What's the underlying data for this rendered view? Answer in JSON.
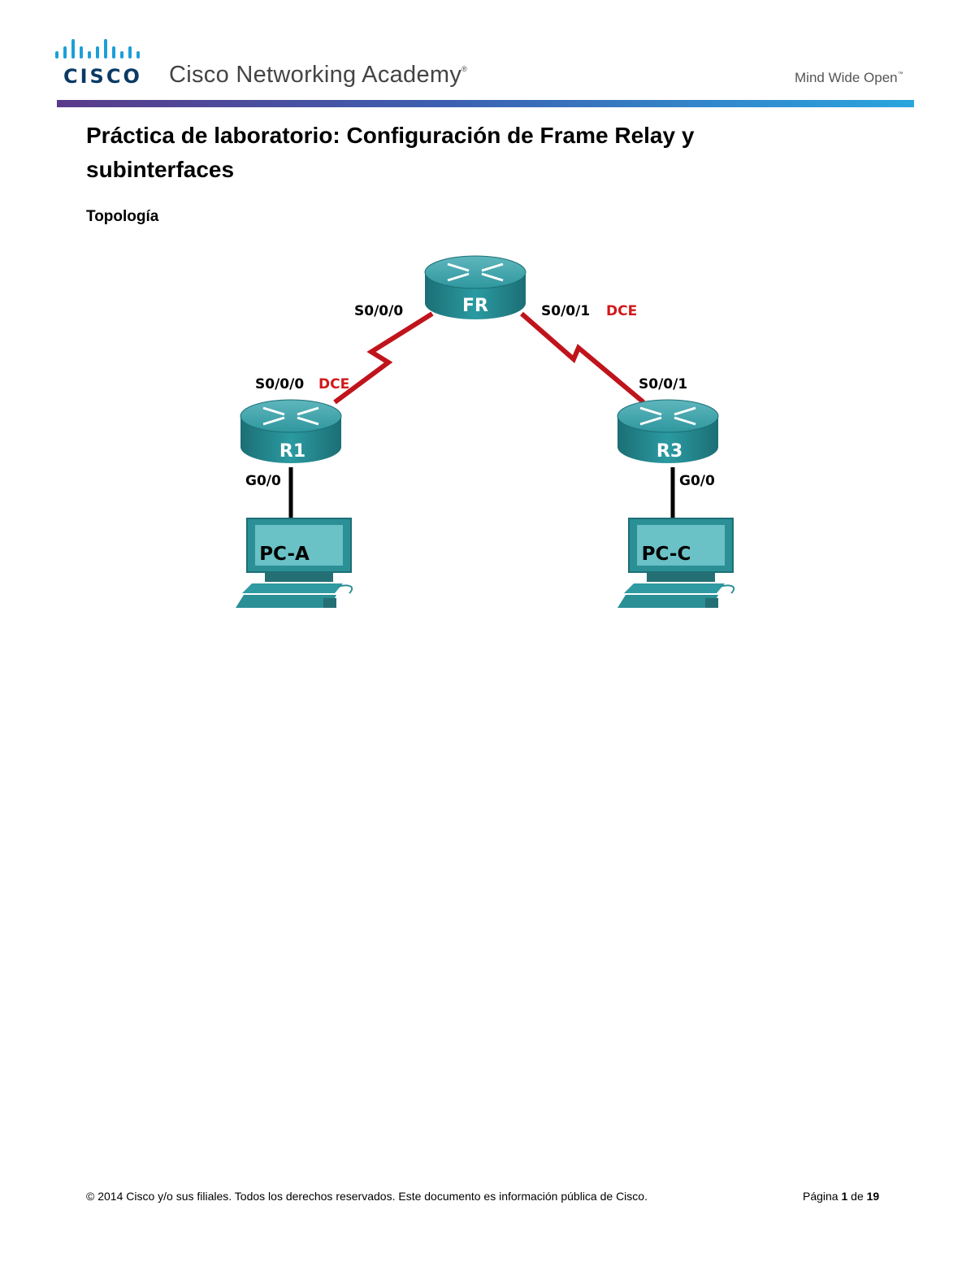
{
  "header": {
    "logo_word": "CISCO",
    "logo_bars_label": "cisco-logo",
    "academy": "Cisco Networking Academy",
    "academy_mark": "®",
    "tagline": "Mind Wide Open",
    "tagline_mark": "™"
  },
  "document": {
    "title": "Práctica de laboratorio: Configuración de Frame Relay y subinterfaces",
    "section": "Topología"
  },
  "topology": {
    "routers": [
      {
        "name": "FR"
      },
      {
        "name": "R1"
      },
      {
        "name": "R3"
      }
    ],
    "pcs": [
      {
        "name": "PC-A"
      },
      {
        "name": "PC-C"
      }
    ],
    "labels": {
      "fr_s000": "S0/0/0",
      "fr_s001": "S0/0/1",
      "fr_dce": "DCE",
      "r1_s000": "S0/0/0",
      "r1_dce": "DCE",
      "r3_s001": "S0/0/1",
      "r1_g00": "G0/0",
      "r3_g00": "G0/0"
    },
    "colors": {
      "serial_link": "#c0141c",
      "ethernet_link": "#000000",
      "device": "#2a8f96",
      "dce_text": "#d11a1a"
    }
  },
  "footer": {
    "copyright": "© 2014 Cisco y/o sus filiales. Todos los derechos reservados. Este documento es información pública de Cisco.",
    "page_word": "Página",
    "page_current": "1",
    "page_of": "de",
    "page_total": "19"
  }
}
